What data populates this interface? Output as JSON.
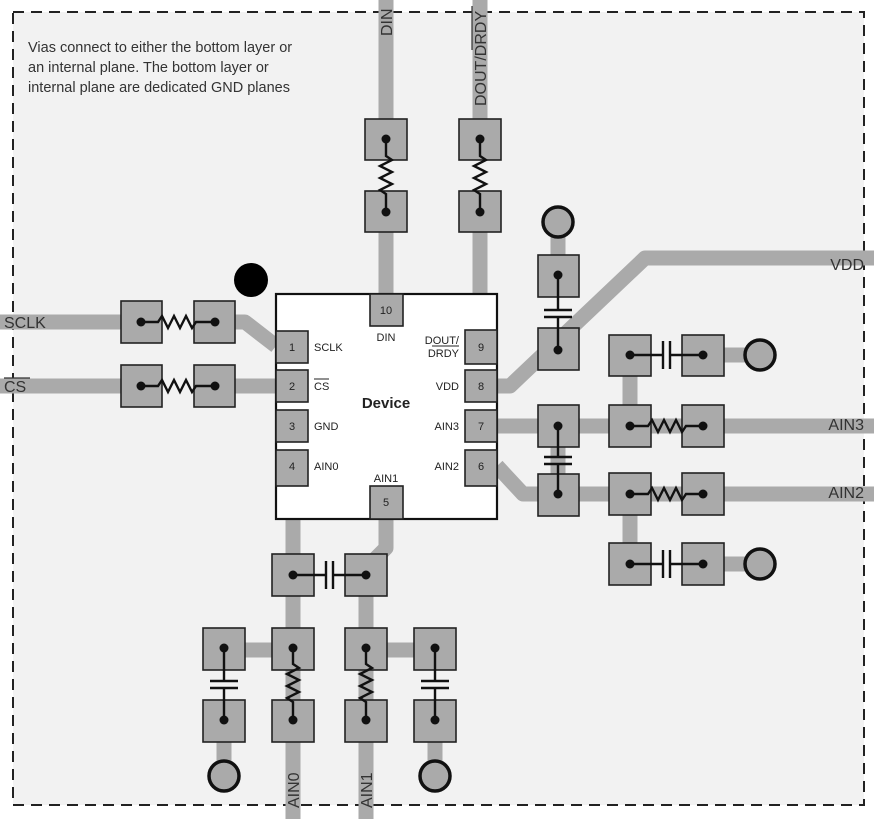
{
  "note": {
    "lines": [
      "Vias connect to either the bottom layer or",
      "an internal plane. The bottom layer or",
      "internal plane are dedicated GND planes"
    ]
  },
  "device": {
    "label": "Device",
    "pins": [
      {
        "num": "1",
        "name": "SCLK"
      },
      {
        "num": "2",
        "name": "CS",
        "overline": true
      },
      {
        "num": "3",
        "name": "GND"
      },
      {
        "num": "4",
        "name": "AIN0"
      },
      {
        "num": "5",
        "name": "AIN1"
      },
      {
        "num": "6",
        "name": "AIN2"
      },
      {
        "num": "7",
        "name": "AIN3"
      },
      {
        "num": "8",
        "name": "VDD"
      },
      {
        "num": "9",
        "name_line1": "DOUT/",
        "name_line2": "DRDY"
      },
      {
        "num": "10",
        "name": "DIN"
      }
    ]
  },
  "nets": {
    "sclk": "SCLK",
    "cs": "CS",
    "din": "DIN",
    "dout_prefix": "DOUT/",
    "dout_drdy": "DRDY",
    "vdd": "VDD",
    "ain3": "AIN3",
    "ain2": "AIN2",
    "ain0": "AIN0",
    "ain1": "AIN1"
  },
  "colors": {
    "board": "#f2f2f2",
    "trace": "#aaaaaa",
    "pad": "#aaaaaa",
    "outline": "#222222"
  }
}
